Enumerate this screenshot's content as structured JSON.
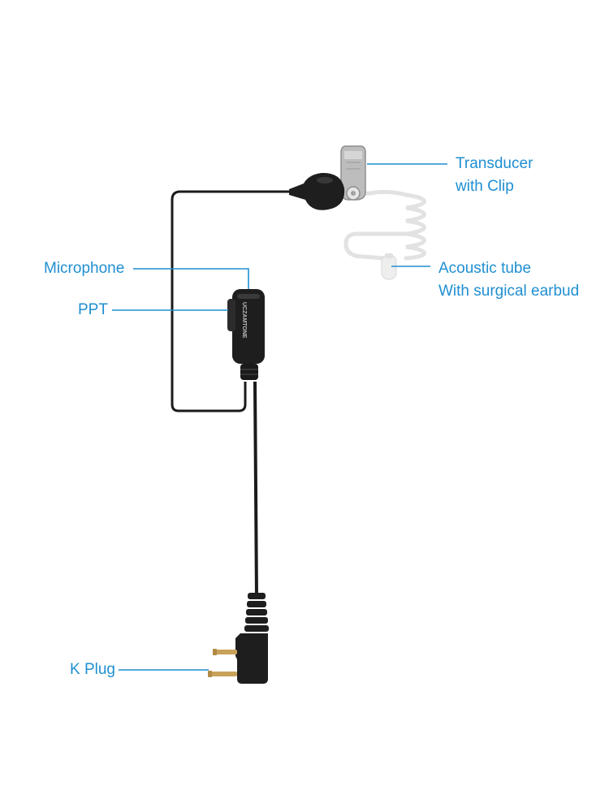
{
  "labels": {
    "transducer": [
      "Transducer",
      "with Clip"
    ],
    "acoustic_tube": [
      "Acoustic tube",
      "With surgical earbud"
    ],
    "microphone": "Microphone",
    "ppt": "PPT",
    "k_plug": "K Plug"
  },
  "brand_text": "UCZAMTONE",
  "colors": {
    "label_blue": "#1f8fd1",
    "cable": "#1b1b1b",
    "body": "#1e1e1e",
    "clip": "#b8b8b8",
    "tube": "#e2e2e2",
    "pin": "#c9a25a"
  }
}
